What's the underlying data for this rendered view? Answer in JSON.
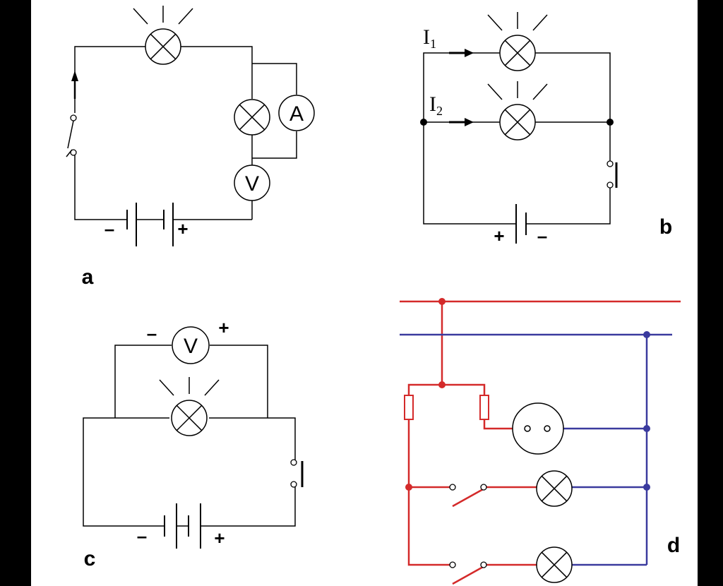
{
  "colors": {
    "background": "#000000",
    "paper": "#ffffff",
    "wire": "#000000",
    "phase": "#d42a2a",
    "neutral": "#3a3a9e"
  },
  "panels": {
    "a": {
      "label": "a",
      "meter_1": "A",
      "meter_2": "V",
      "minus": "–",
      "plus": "+"
    },
    "b": {
      "label": "b",
      "current_1": "I",
      "current_1_sub": "1",
      "current_2": "I",
      "current_2_sub": "2",
      "plus": "+",
      "minus": "–"
    },
    "c": {
      "label": "c",
      "meter": "V",
      "meter_minus": "–",
      "meter_plus": "+",
      "minus": "–",
      "plus": "+"
    },
    "d": {
      "label": "d"
    }
  }
}
